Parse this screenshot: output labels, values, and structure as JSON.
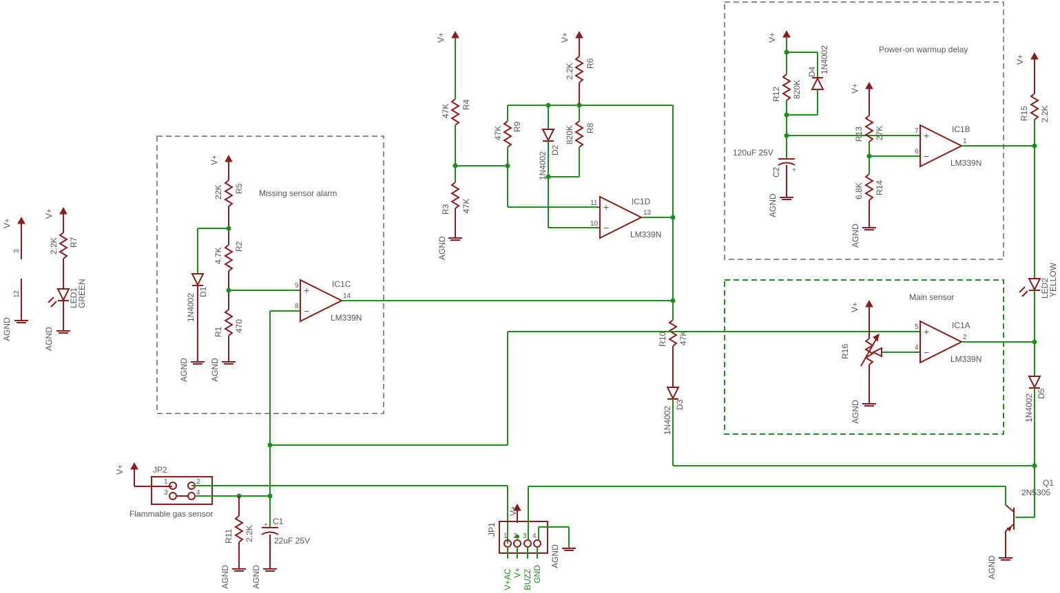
{
  "sections": {
    "missing": "Missing sensor alarm",
    "warmup": "Power-on warmup delay",
    "main": "Main sensor"
  },
  "supply": {
    "vplus": "V+",
    "agnd": "AGND"
  },
  "opamps": {
    "ic1a": {
      "name": "IC1A",
      "value": "LM339N",
      "pin_pos": "5",
      "pin_neg": "4",
      "pin_out": "2"
    },
    "ic1b": {
      "name": "IC1B",
      "value": "LM339N",
      "pin_pos": "7",
      "pin_neg": "6",
      "pin_out": "1"
    },
    "ic1c": {
      "name": "IC1C",
      "value": "LM339N",
      "pin_pos": "9",
      "pin_neg": "8",
      "pin_out": "14"
    },
    "ic1d": {
      "name": "IC1D",
      "value": "LM339N",
      "pin_pos": "11",
      "pin_neg": "10",
      "pin_out": "13"
    }
  },
  "resistors": {
    "r1": {
      "name": "R1",
      "value": "470"
    },
    "r2": {
      "name": "R2",
      "value": "4.7K"
    },
    "r3": {
      "name": "R3",
      "value": "47K"
    },
    "r4": {
      "name": "R4",
      "value": "47K"
    },
    "r5": {
      "name": "R5",
      "value": "22K"
    },
    "r6": {
      "name": "R6",
      "value": "2.2K"
    },
    "r7": {
      "name": "R7",
      "value": "2.2K"
    },
    "r8": {
      "name": "R8",
      "value": "820K"
    },
    "r9": {
      "name": "R9",
      "value": "47K"
    },
    "r10": {
      "name": "R10",
      "value": "47K"
    },
    "r11": {
      "name": "R11",
      "value": "2.2K"
    },
    "r12": {
      "name": "R12",
      "value": "820K"
    },
    "r13": {
      "name": "R13",
      "value": "27K"
    },
    "r14": {
      "name": "R14",
      "value": "6.8K"
    },
    "r15": {
      "name": "R15",
      "value": "2.2K"
    },
    "r16": {
      "name": "R16"
    }
  },
  "diodes": {
    "d1": {
      "name": "D1",
      "value": "1N4002"
    },
    "d2": {
      "name": "D2",
      "value": "1N4002"
    },
    "d3": {
      "name": "D3",
      "value": "1N4002"
    },
    "d4": {
      "name": "D4",
      "value": "1N4002"
    },
    "d5": {
      "name": "D5",
      "value": "1N4002"
    }
  },
  "leds": {
    "led1": {
      "name": "LED1",
      "value": "GREEN"
    },
    "led2": {
      "name": "LED2",
      "value": "YELLOW"
    }
  },
  "capacitors": {
    "c1": {
      "name": "C1",
      "value": "22uF 25V"
    },
    "c2": {
      "name": "C2",
      "value": "120uF 25V"
    }
  },
  "transistor": {
    "name": "Q1",
    "value": "2N5305"
  },
  "jp1": {
    "name": "JP1",
    "pins": [
      "1",
      "2",
      "3",
      "4"
    ],
    "nets": [
      "V+AC",
      "V+",
      "BUZZ",
      "GND"
    ]
  },
  "jp2": {
    "name": "JP2",
    "label": "Flammable gas sensor",
    "pins": [
      "1",
      "2",
      "3",
      "4"
    ]
  },
  "power_pins": {
    "p3": "3",
    "p12": "12"
  }
}
